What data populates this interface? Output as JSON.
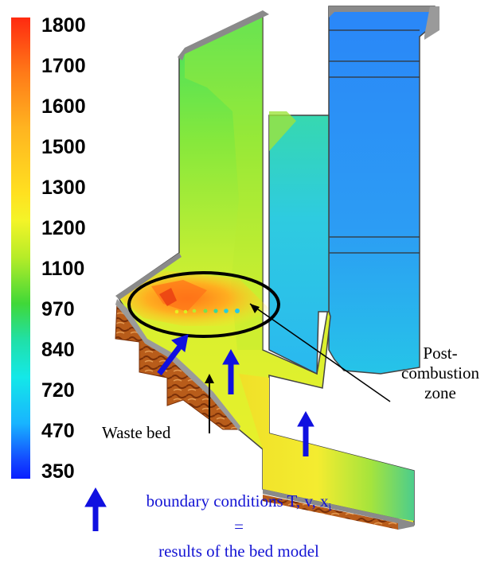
{
  "scale": {
    "ticks": [
      "1800",
      "1700",
      "1600",
      "1500",
      "1300",
      "1200",
      "1100",
      "970",
      "840",
      "720",
      "470",
      "350"
    ]
  },
  "labels": {
    "post_combustion": [
      "Post-",
      "combustion",
      "zone"
    ],
    "waste_bed": "Waste bed"
  },
  "legend": {
    "line1": "boundary conditions T, v, x",
    "line1_sub": "i",
    "line2": "=",
    "line3": "results of the bed model"
  }
}
